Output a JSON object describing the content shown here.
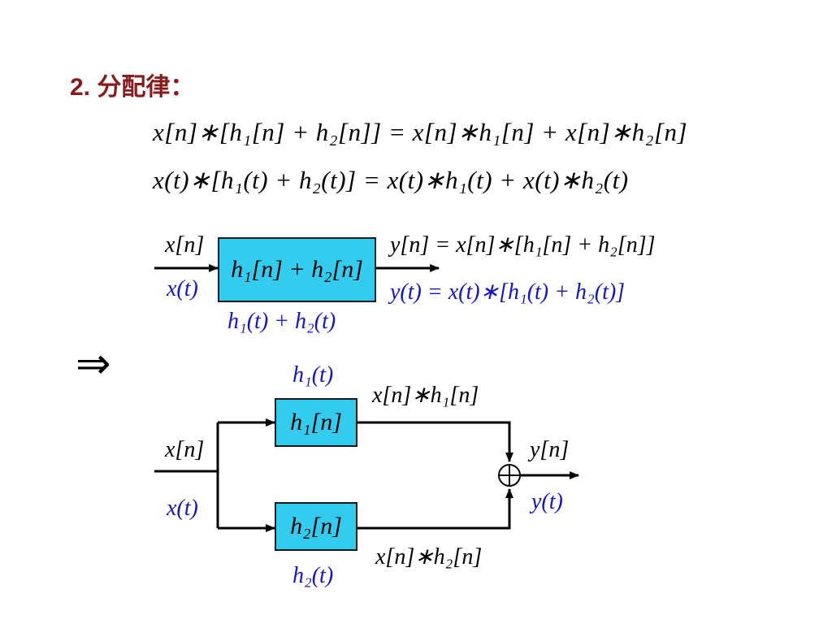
{
  "title": "2. 分配律：",
  "equations": {
    "discrete": "x[n]∗[h₁[n] + h₂[n]] = x[n]∗h₁[n] + x[n]∗h₂[n]",
    "continuous": "x(t)∗[h₁(t) + h₂(t)] = x(t)∗h₁(t) + x(t)∗h₂(t)"
  },
  "top_diagram": {
    "input_discrete": "x[n]",
    "input_continuous": "x(t)",
    "box_label": "h₁[n] + h₂[n]",
    "box_sublabel": "h₁(t) + h₂(t)",
    "output_discrete": "y[n] = x[n]∗[h₁[n] + h₂[n]]",
    "output_continuous": "y(t) = x(t)∗[h₁(t) + h₂(t)]"
  },
  "implies_symbol": "⇒",
  "bottom_diagram": {
    "input_discrete": "x[n]",
    "input_continuous": "x(t)",
    "box1_label": "h₁[n]",
    "box1_caption": "h₁(t)",
    "branch1_output": "x[n]∗h₁[n]",
    "box2_label": "h₂[n]",
    "box2_caption": "h₂(t)",
    "branch2_output": "x[n]∗h₂[n]",
    "adder_symbol": "⊕",
    "output_discrete": "y[n]",
    "output_continuous": "y(t)"
  },
  "colors": {
    "title": "#8b1a1a",
    "continuous_text": "#1414c8",
    "box_fill": "#33ccee",
    "line": "#000000"
  }
}
